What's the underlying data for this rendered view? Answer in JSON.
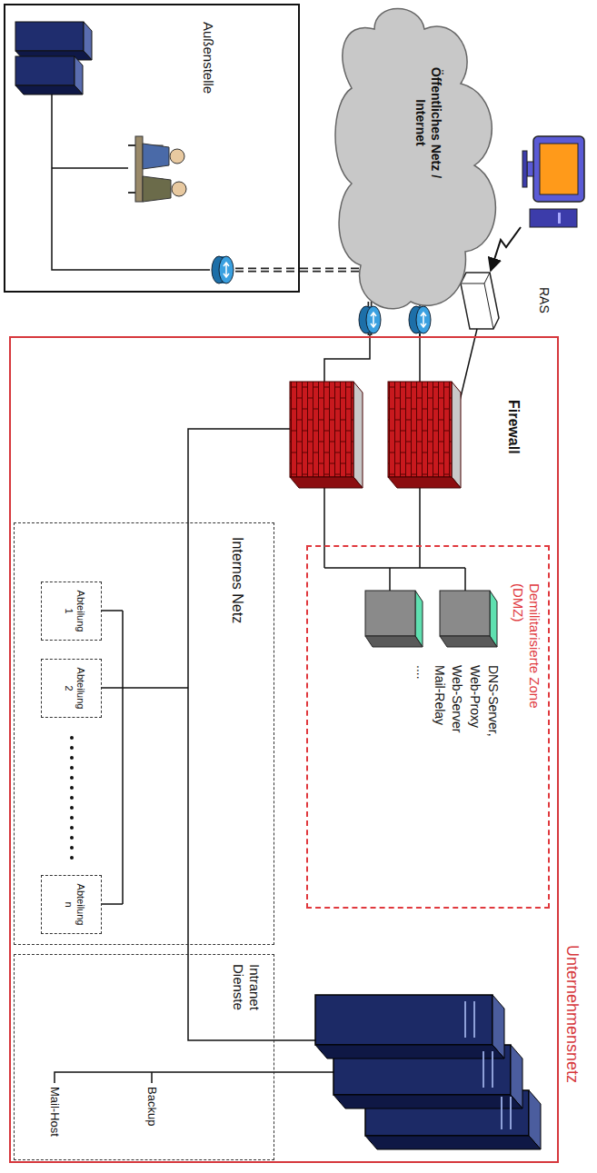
{
  "diagram": {
    "nodes": [
      {
        "text": [
          "Außenstelle"
        ]
      },
      {
        "text": [
          "Öffentliches Netz / Internet"
        ]
      },
      {
        "text": [
          "Unternehmensnetz"
        ]
      },
      {
        "text": [
          "Demilitarisierte Zone (DMZ)",
          "DNS-Server,",
          "Web-Proxy",
          "Web-Server",
          "Mail-Relay",
          "...."
        ],
        "in": 2
      },
      {
        "text": [
          "Internes Netz"
        ],
        "in": 2
      },
      {
        "text": [
          "Abteilung 1"
        ],
        "in": 4
      },
      {
        "text": [
          "Abteilung 2"
        ],
        "in": 4
      },
      {
        "text": [
          "Abteilung n"
        ],
        "in": 4
      },
      {
        "text": [
          "Intranet Dienste"
        ],
        "in": 2
      }
    ],
    "edges": [
      {
        "from": 0,
        "to": 2,
        "arrow": "none"
      },
      {
        "from": 1,
        "to": 2,
        "arrow": "none"
      }
    ],
    "labels": [
      "RAS",
      "Firewall",
      "Backup",
      "Mail-Host"
    ]
  }
}
